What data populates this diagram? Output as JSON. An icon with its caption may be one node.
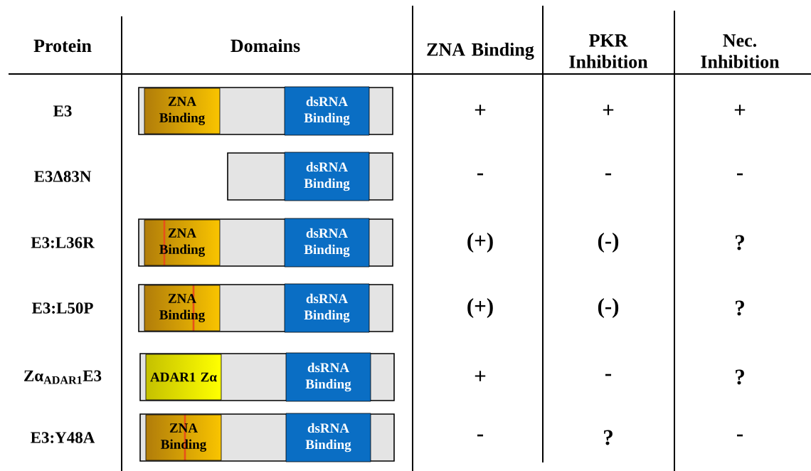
{
  "diagram": {
    "nodes": [
      {
        "text": [],
        "shape": "bar"
      },
      {
        "text": [
          "ZNA Binding"
        ],
        "in": 0
      },
      {
        "text": [
          "dsRNA Binding"
        ],
        "in": 0
      },
      {
        "text": [],
        "shape": "bar"
      },
      {
        "text": [
          "dsRNA Binding"
        ],
        "in": 3
      },
      {
        "text": [],
        "shape": "bar"
      },
      {
        "text": [
          "ZNA Binding"
        ],
        "in": 5
      },
      {
        "text": [
          "dsRNA Binding"
        ],
        "in": 5
      },
      {
        "text": [],
        "shape": "bar"
      },
      {
        "text": [
          "ZNA Binding"
        ],
        "in": 8
      },
      {
        "text": [
          "dsRNA Binding"
        ],
        "in": 8
      },
      {
        "text": [],
        "shape": "bar"
      },
      {
        "text": [
          "ADAR1 Zα"
        ],
        "in": 11
      },
      {
        "text": [
          "dsRNA Binding"
        ],
        "in": 11
      },
      {
        "text": [],
        "shape": "bar"
      },
      {
        "text": [
          "ZNA Binding"
        ],
        "in": 14
      },
      {
        "text": [
          "dsRNA Binding"
        ],
        "in": 14
      }
    ],
    "labels": [
      "Protein",
      "Domains",
      "ZNA Binding",
      "PKR Inhibition",
      "Nec. Inhibition",
      "E3",
      "+",
      "+",
      "+",
      "E3Δ83N",
      "-",
      "-",
      "-",
      "E3:L36R",
      "(+)",
      "(-)",
      "?",
      "E3:L50P",
      "(+)",
      "(-)",
      "?",
      "Zα$_{ADAR1}$E3",
      "+",
      "-",
      "?",
      "E3:Y48A",
      "-",
      "?",
      "-"
    ]
  }
}
